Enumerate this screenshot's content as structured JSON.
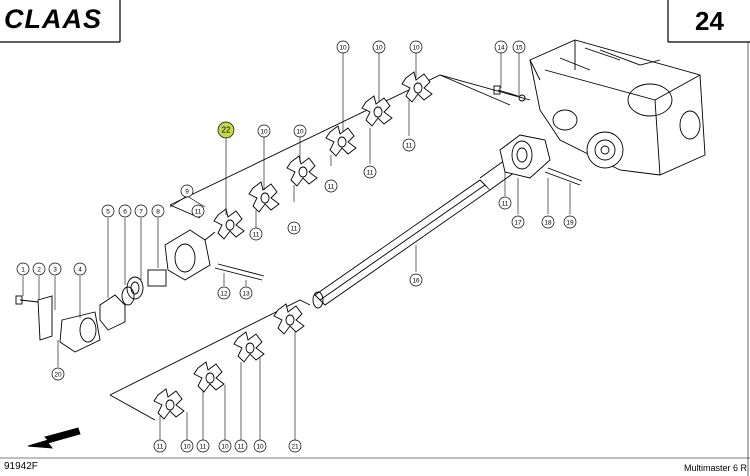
{
  "header": {
    "brand": "CLAAS",
    "page_number": "24"
  },
  "footer": {
    "drawing_number": "91942F",
    "model": "Multimaster 6 R"
  },
  "highlight_color": "#c5d84a",
  "callouts": [
    {
      "label": "1",
      "highlighted": false
    },
    {
      "label": "2",
      "highlighted": false
    },
    {
      "label": "3",
      "highlighted": false
    },
    {
      "label": "4",
      "highlighted": false
    },
    {
      "label": "5",
      "highlighted": false
    },
    {
      "label": "6",
      "highlighted": false
    },
    {
      "label": "7",
      "highlighted": false
    },
    {
      "label": "8",
      "highlighted": false
    },
    {
      "label": "9",
      "highlighted": false
    },
    {
      "label": "11",
      "highlighted": false
    },
    {
      "label": "22",
      "highlighted": true
    },
    {
      "label": "10",
      "highlighted": false
    },
    {
      "label": "11",
      "highlighted": false
    },
    {
      "label": "10",
      "highlighted": false
    },
    {
      "label": "11",
      "highlighted": false
    },
    {
      "label": "10",
      "highlighted": false
    },
    {
      "label": "11",
      "highlighted": false
    },
    {
      "label": "10",
      "highlighted": false
    },
    {
      "label": "11",
      "highlighted": false
    },
    {
      "label": "10",
      "highlighted": false
    },
    {
      "label": "11",
      "highlighted": false
    },
    {
      "label": "14",
      "highlighted": false
    },
    {
      "label": "15",
      "highlighted": false
    },
    {
      "label": "12",
      "highlighted": false
    },
    {
      "label": "13",
      "highlighted": false
    },
    {
      "label": "16",
      "highlighted": false
    },
    {
      "label": "11",
      "highlighted": false
    },
    {
      "label": "17",
      "highlighted": false
    },
    {
      "label": "18",
      "highlighted": false
    },
    {
      "label": "19",
      "highlighted": false
    },
    {
      "label": "20",
      "highlighted": false
    },
    {
      "label": "11",
      "highlighted": false
    },
    {
      "label": "10",
      "highlighted": false
    },
    {
      "label": "11",
      "highlighted": false
    },
    {
      "label": "10",
      "highlighted": false
    },
    {
      "label": "11",
      "highlighted": false
    },
    {
      "label": "10",
      "highlighted": false
    },
    {
      "label": "21",
      "highlighted": false
    }
  ]
}
